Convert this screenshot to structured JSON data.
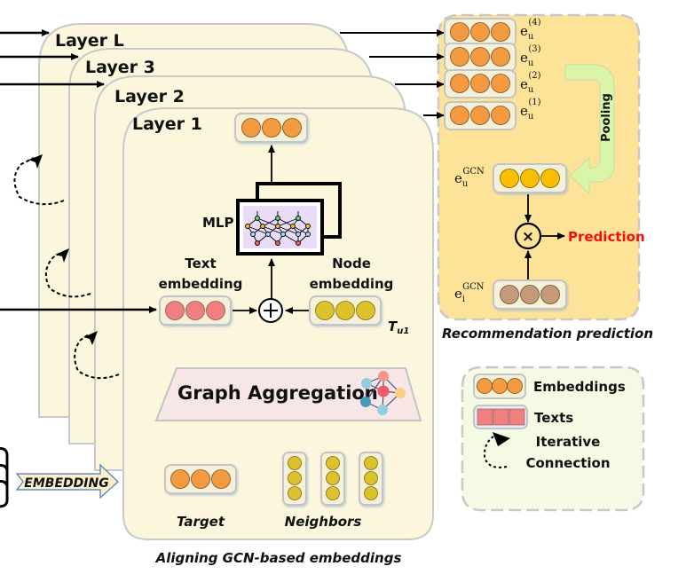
{
  "layers": [
    {
      "label": "Layer L"
    },
    {
      "label": "Layer 3"
    },
    {
      "label": "Layer 2"
    },
    {
      "label": "Layer 1"
    }
  ],
  "layer1": {
    "mlp_label": "MLP",
    "text_embedding_label_line1": "Text",
    "text_embedding_label_line2": "embedding",
    "node_embedding_label_line1": "Node",
    "node_embedding_label_line2": "embedding",
    "tu1_base": "T",
    "tu1_sub": "u1",
    "graph_aggregation_label": "Graph Aggregation",
    "target_label": "Target",
    "neighbors_label": "Neighbors"
  },
  "left": {
    "embedding_arrow_label": "EMBEDDING"
  },
  "caption_main": "Aligning GCN-based embeddings",
  "prediction_panel": {
    "layer_embeddings": [
      {
        "base": "e",
        "sub": "u",
        "sup": "(4)"
      },
      {
        "base": "e",
        "sub": "u",
        "sup": "(3)"
      },
      {
        "base": "e",
        "sub": "u",
        "sup": "(2)"
      },
      {
        "base": "e",
        "sub": "u",
        "sup": "(1)"
      }
    ],
    "pooling_label": "Pooling",
    "user_gcn": {
      "base": "e",
      "sub": "u",
      "sup": "GCN"
    },
    "item_gcn": {
      "base": "e",
      "sub": "i",
      "sup": "GCN"
    },
    "operator_symbol": "×",
    "prediction_label": "Prediction",
    "caption": "Recommendation prediction"
  },
  "legend": {
    "items": [
      {
        "label": "Embeddings"
      },
      {
        "label": "Texts"
      },
      {
        "label_line1": "Iterative",
        "label_line2": "Connection"
      }
    ]
  },
  "colors": {
    "layer_fill": "#fbf6dc",
    "layer_border": "#c9c9c9",
    "panel_fill": "#fde398",
    "legend_fill": "#f4fae3",
    "orange_node": "#f49a40",
    "gold_node": "#fcbf00",
    "pink_node": "#f08080",
    "yellow_node": "#dcc22c",
    "brown_node": "#c49a7a",
    "prediction_red": "#ee1111",
    "pooling_green": "#d8f5a8"
  }
}
